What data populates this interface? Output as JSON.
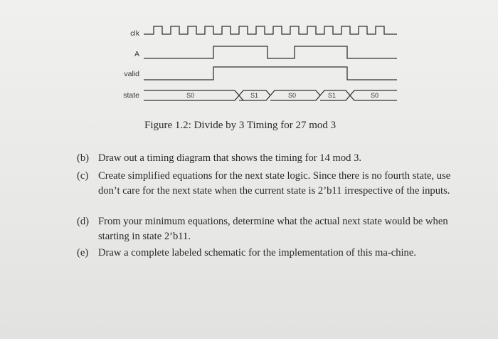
{
  "diagram": {
    "signals": [
      {
        "name": "clk"
      },
      {
        "name": "A"
      },
      {
        "name": "valid"
      },
      {
        "name": "state"
      }
    ],
    "states": [
      "S0",
      "S1",
      "S0",
      "S1",
      "S0"
    ]
  },
  "caption": "Figure 1.2: Divide by 3 Timing for 27 mod 3",
  "questions": [
    {
      "tag": "(b)",
      "text": "Draw out a timing diagram that shows the timing for 14 mod 3."
    },
    {
      "tag": "(c)",
      "text": "Create simplified equations for the next state logic. Since there is no fourth state, use don’t care for the next state when the current state is 2’b11 irrespective of the inputs."
    },
    {
      "tag": "(d)",
      "text": "From your minimum equations, determine what the actual next state would be when starting in state 2’b11."
    },
    {
      "tag": "(e)",
      "text": "Draw a complete labeled schematic for the implementation of this ma-chine."
    }
  ]
}
